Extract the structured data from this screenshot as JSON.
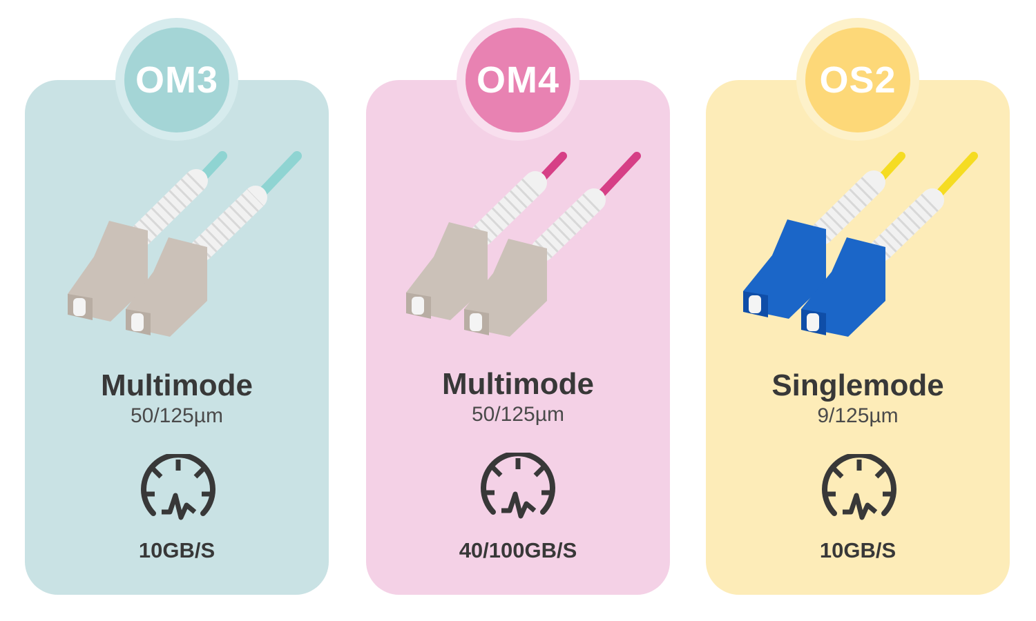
{
  "cards": [
    {
      "badge": "OM3",
      "mode": "Multimode",
      "spec": "50/125µm",
      "speed": "10GB/S",
      "icon": "speedometer-icon",
      "colors": {
        "card": "#c9e2e4",
        "ring": "#d6ebed",
        "badge": "#a4d5d6",
        "cable": "#8fd4d2",
        "connector": "#cbc1b8"
      }
    },
    {
      "badge": "OM4",
      "mode": "Multimode",
      "spec": "50/125µm",
      "speed": "40/100GB/S",
      "icon": "speedometer-icon",
      "colors": {
        "card": "#f4d1e6",
        "ring": "#f8dfee",
        "badge": "#e882b2",
        "cable": "#d63f86",
        "connector": "#cbc1b8"
      }
    },
    {
      "badge": "OS2",
      "mode": "Singlemode",
      "spec": "9/125µm",
      "speed": "10GB/S",
      "icon": "speedometer-icon",
      "colors": {
        "card": "#fdecb8",
        "ring": "#fdf1c9",
        "badge": "#fdd878",
        "cable": "#f5dc22",
        "connector": "#1b66c8"
      }
    }
  ]
}
